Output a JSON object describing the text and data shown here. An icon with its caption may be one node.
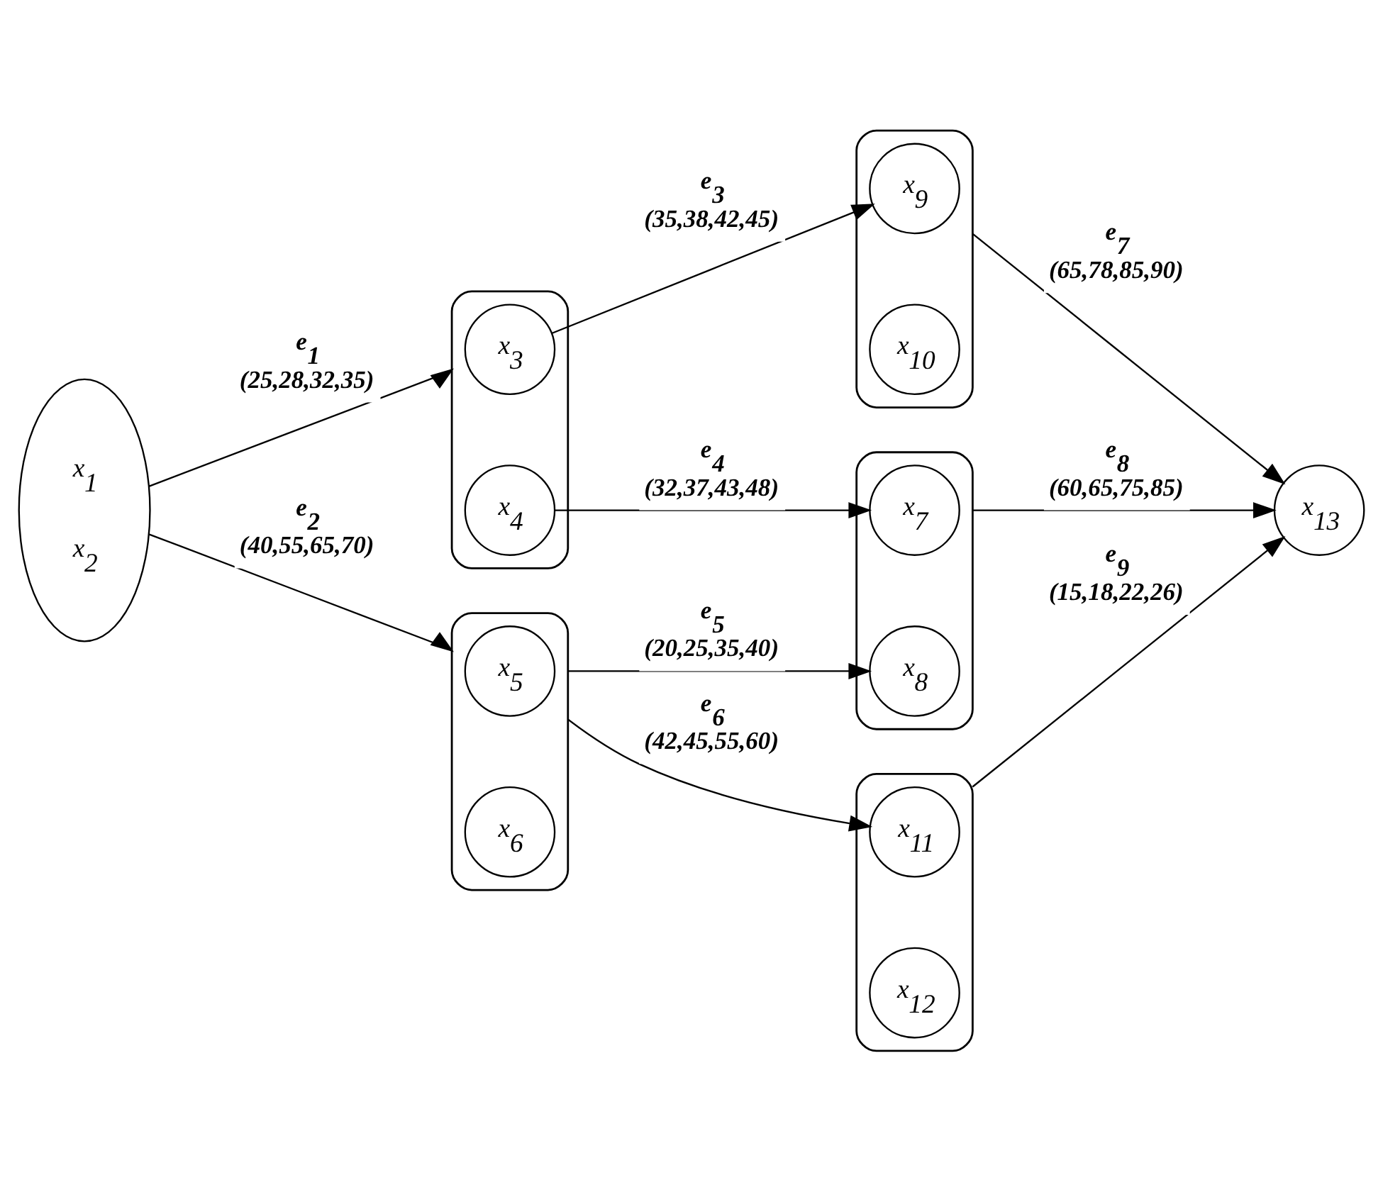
{
  "diagram": {
    "nodes": [
      {
        "text": [
          "x$_{1}$",
          "x$_{2}$"
        ]
      },
      {
        "text": [],
        "shape": "ellipse"
      },
      {
        "text": [
          "x$_{3}$"
        ],
        "in": 1
      },
      {
        "text": [
          "x$_{4}$"
        ],
        "in": 1
      },
      {
        "text": [],
        "shape": "ellipse"
      },
      {
        "text": [
          "x$_{9}$"
        ],
        "in": 4
      },
      {
        "text": [
          "x$_{10}$"
        ],
        "in": 4
      },
      {
        "text": [],
        "shape": "ellipse"
      },
      {
        "text": [
          "x$_{7}$"
        ],
        "in": 7
      },
      {
        "text": [
          "x$_{8}$"
        ],
        "in": 7
      },
      {
        "text": [],
        "shape": "ellipse"
      },
      {
        "text": [
          "x$_{5}$"
        ],
        "in": 10
      },
      {
        "text": [
          "x$_{6}$"
        ],
        "in": 10
      },
      {
        "text": [],
        "shape": "ellipse"
      },
      {
        "text": [
          "x$_{11}$"
        ],
        "in": 13
      },
      {
        "text": [
          "x$_{12}$"
        ],
        "in": 13
      },
      {
        "text": [
          "x$_{13}$"
        ]
      }
    ],
    "edges": [
      {
        "from": 0,
        "to": 1,
        "arrow": "to",
        "label": "e$_{1}$ (25,28,32,35)"
      },
      {
        "from": 0,
        "to": 10,
        "arrow": "to",
        "label": "e$_{2}$ (40,55,65,70)"
      },
      {
        "from": 2,
        "to": 5,
        "arrow": "to",
        "label": "e$_{3}$ (35,38,42,45)"
      },
      {
        "from": 3,
        "to": 8,
        "arrow": "to",
        "label": "e$_{4}$ (32,37,43,48)"
      },
      {
        "from": 10,
        "to": 9,
        "arrow": "to",
        "label": "e$_{5}$ (20,25,35,40)"
      },
      {
        "from": 10,
        "to": 14,
        "arrow": "to",
        "label": "e$_{6}$ (42,45,55,60)"
      },
      {
        "from": 4,
        "to": 16,
        "arrow": "to",
        "label": "e$_{7}$ (65,78,85,90)"
      },
      {
        "from": 7,
        "to": 16,
        "arrow": "to",
        "label": "e$_{8}$ (60,65,75,85)"
      },
      {
        "from": 13,
        "to": 16,
        "arrow": "to",
        "label": "e$_{9}$ (15,18,22,26)"
      }
    ]
  }
}
